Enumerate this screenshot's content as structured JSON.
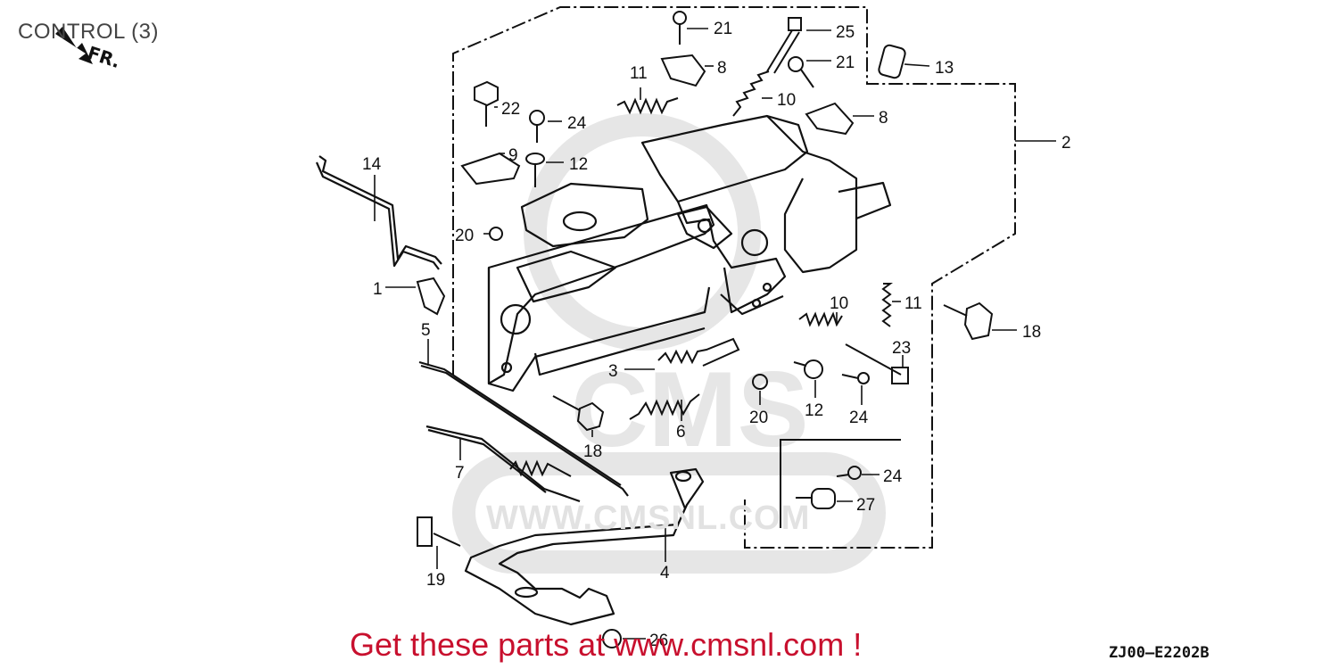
{
  "title": "CONTROL (3)",
  "direction_label": "FR.",
  "watermark": "WWW.CMSNL.COM",
  "promo": "Get these parts at www.cmsnl.com !",
  "diagram_code": "ZJ00—E2202B",
  "colors": {
    "promo": "#c8102e",
    "lines": "#111111",
    "watermark": "#e2e2e2"
  },
  "callouts": [
    {
      "id": "21a",
      "text": "21"
    },
    {
      "id": "25",
      "text": "25"
    },
    {
      "id": "13",
      "text": "13"
    },
    {
      "id": "21b",
      "text": "21"
    },
    {
      "id": "8a",
      "text": "8"
    },
    {
      "id": "11a",
      "text": "11"
    },
    {
      "id": "10a",
      "text": "10"
    },
    {
      "id": "8b",
      "text": "8"
    },
    {
      "id": "22",
      "text": "22"
    },
    {
      "id": "24a",
      "text": "24"
    },
    {
      "id": "2",
      "text": "2"
    },
    {
      "id": "14",
      "text": "14"
    },
    {
      "id": "9",
      "text": "9"
    },
    {
      "id": "12a",
      "text": "12"
    },
    {
      "id": "20a",
      "text": "20"
    },
    {
      "id": "1",
      "text": "1"
    },
    {
      "id": "10b",
      "text": "10"
    },
    {
      "id": "11b",
      "text": "11"
    },
    {
      "id": "18a",
      "text": "18"
    },
    {
      "id": "5",
      "text": "5"
    },
    {
      "id": "23",
      "text": "23"
    },
    {
      "id": "3",
      "text": "3"
    },
    {
      "id": "12b",
      "text": "12"
    },
    {
      "id": "24b",
      "text": "24"
    },
    {
      "id": "20b",
      "text": "20"
    },
    {
      "id": "6",
      "text": "6"
    },
    {
      "id": "18b",
      "text": "18"
    },
    {
      "id": "7",
      "text": "7"
    },
    {
      "id": "24c",
      "text": "24"
    },
    {
      "id": "27",
      "text": "27"
    },
    {
      "id": "19",
      "text": "19"
    },
    {
      "id": "4",
      "text": "4"
    },
    {
      "id": "26",
      "text": "26"
    }
  ]
}
